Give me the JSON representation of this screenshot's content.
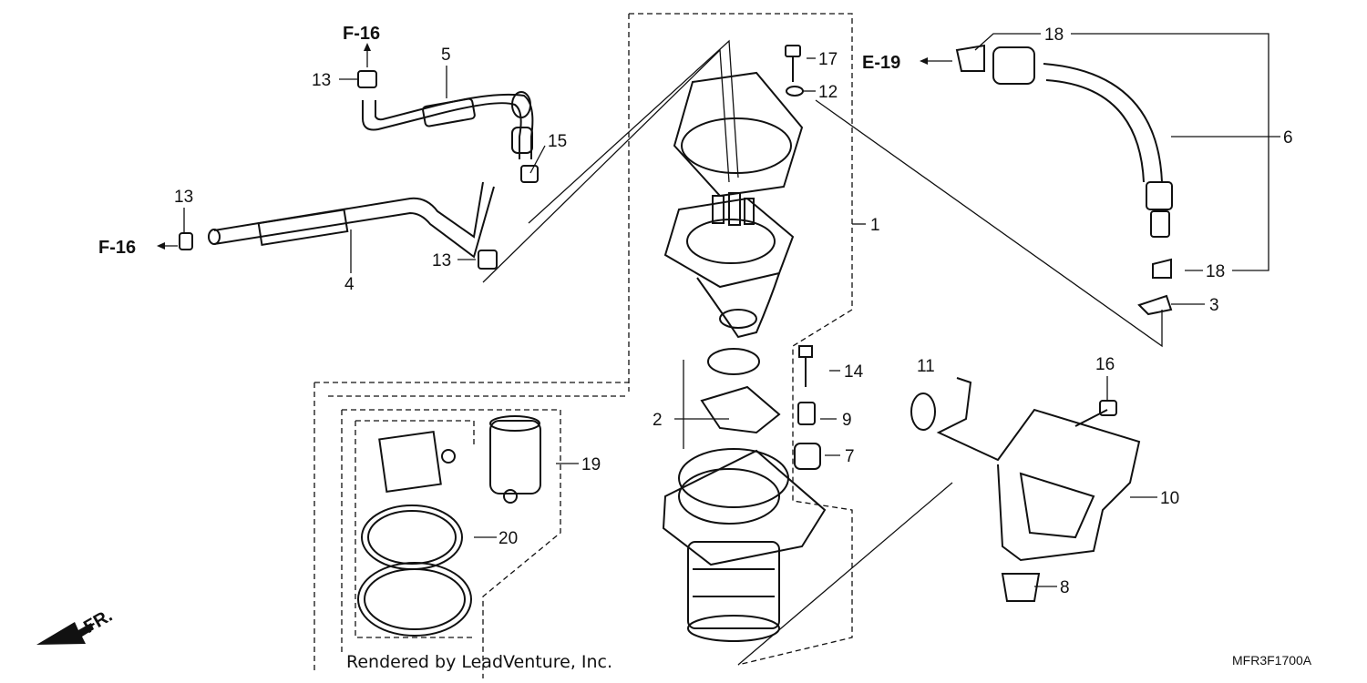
{
  "diagram": {
    "callouts": [
      {
        "id": "c17",
        "label": "17"
      },
      {
        "id": "c12",
        "label": "12"
      },
      {
        "id": "c1",
        "label": "1"
      },
      {
        "id": "c2",
        "label": "2"
      },
      {
        "id": "c14",
        "label": "14"
      },
      {
        "id": "c9",
        "label": "9"
      },
      {
        "id": "c7",
        "label": "7"
      },
      {
        "id": "c5",
        "label": "5"
      },
      {
        "id": "c13a",
        "label": "13"
      },
      {
        "id": "c15",
        "label": "15"
      },
      {
        "id": "c13b",
        "label": "13"
      },
      {
        "id": "c4",
        "label": "4"
      },
      {
        "id": "c13c",
        "label": "13"
      },
      {
        "id": "c18a",
        "label": "18"
      },
      {
        "id": "c6",
        "label": "6"
      },
      {
        "id": "c18b",
        "label": "18"
      },
      {
        "id": "c3",
        "label": "3"
      },
      {
        "id": "c11",
        "label": "11"
      },
      {
        "id": "c16",
        "label": "16"
      },
      {
        "id": "c10",
        "label": "10"
      },
      {
        "id": "c8",
        "label": "8"
      },
      {
        "id": "c19",
        "label": "19"
      },
      {
        "id": "c20",
        "label": "20"
      }
    ],
    "refs": [
      {
        "id": "r_f16_top",
        "label": "F-16"
      },
      {
        "id": "r_f16_left",
        "label": "F-16"
      },
      {
        "id": "r_e19",
        "label": "E-19"
      }
    ],
    "front_label": "FR.",
    "watermark": "Rendered by LeadVenture, Inc.",
    "diagram_code": "MFR3F1700A"
  }
}
